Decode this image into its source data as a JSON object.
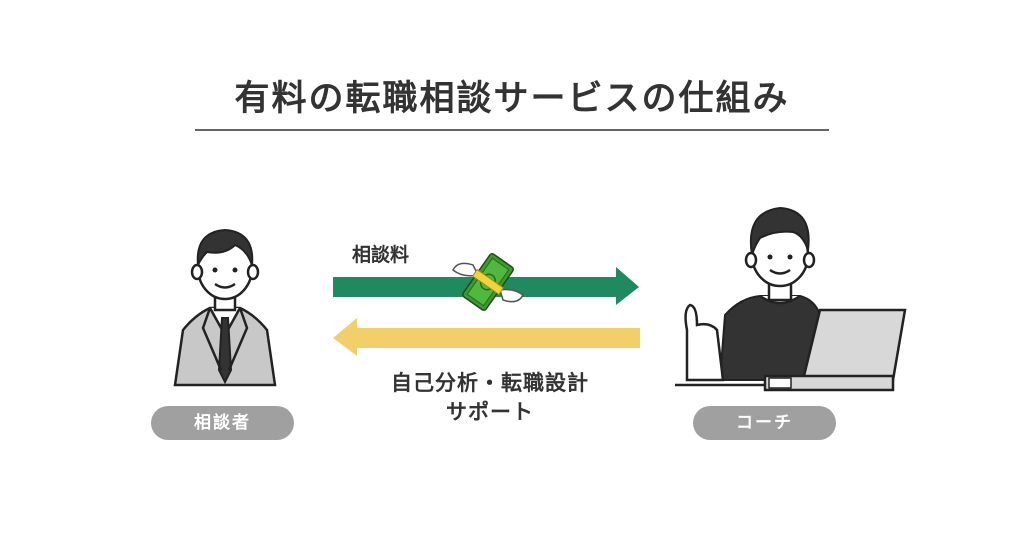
{
  "title": "有料の転職相談サービスの仕組み",
  "flows": {
    "fee": {
      "label": "相談料",
      "direction": "client-to-coach",
      "color": "#1f8a5f",
      "icon": "flying-money-icon"
    },
    "support": {
      "label_line1": "自己分析・転職設計",
      "label_line2": "サポート",
      "direction": "coach-to-client",
      "color": "#f2cf69"
    }
  },
  "actors": {
    "client": {
      "label": "相談者",
      "icon": "businessman-icon"
    },
    "coach": {
      "label": "コーチ",
      "icon": "coach-with-laptop-icon"
    }
  },
  "colors": {
    "pill": "#a0a0a0",
    "text": "#333333",
    "rule": "#666666"
  }
}
